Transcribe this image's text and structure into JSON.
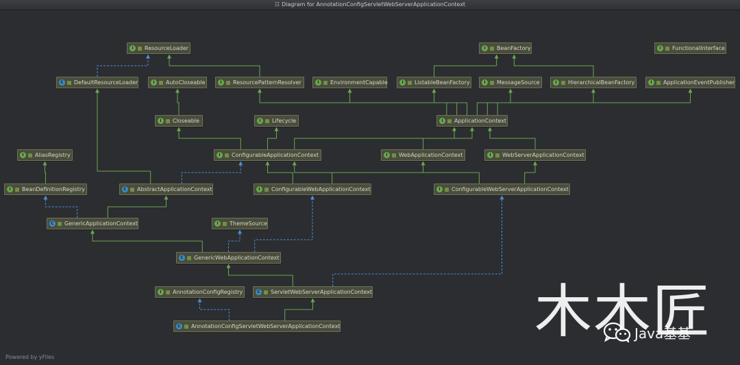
{
  "window": {
    "title": "Diagram for AnnotationConfigServletWebServerApplicationContext"
  },
  "footer": {
    "text": "Powered by yFiles"
  },
  "watermark": {
    "big_text": "木木匠",
    "small_text": "Java基基"
  },
  "colors": {
    "background": "#2b2d30",
    "node_fill": "#4a4d3c",
    "node_border": "#6f7259",
    "interface_badge": "#6aa84f",
    "class_badge": "#3d8fc6",
    "extends_edge": "#6aa84f",
    "implements_edge": "#4d8fd6"
  },
  "nodes": [
    {
      "id": "ResourceLoader",
      "label": "ResourceLoader",
      "kind": "interface"
    },
    {
      "id": "BeanFactory",
      "label": "BeanFactory",
      "kind": "interface"
    },
    {
      "id": "FunctionalInterface",
      "label": "FunctionalInterface",
      "kind": "interface"
    },
    {
      "id": "DefaultResourceLoader",
      "label": "DefaultResourceLoader",
      "kind": "class"
    },
    {
      "id": "AutoCloseable",
      "label": "AutoCloseable",
      "kind": "interface"
    },
    {
      "id": "ResourcePatternResolver",
      "label": "ResourcePatternResolver",
      "kind": "interface"
    },
    {
      "id": "EnvironmentCapable",
      "label": "EnvironmentCapable",
      "kind": "interface"
    },
    {
      "id": "ListableBeanFactory",
      "label": "ListableBeanFactory",
      "kind": "interface"
    },
    {
      "id": "MessageSource",
      "label": "MessageSource",
      "kind": "interface"
    },
    {
      "id": "HierarchicalBeanFactory",
      "label": "HierarchicalBeanFactory",
      "kind": "interface"
    },
    {
      "id": "ApplicationEventPublisher",
      "label": "ApplicationEventPublisher",
      "kind": "interface"
    },
    {
      "id": "Closeable",
      "label": "Closeable",
      "kind": "interface"
    },
    {
      "id": "Lifecycle",
      "label": "Lifecycle",
      "kind": "interface"
    },
    {
      "id": "ApplicationContext",
      "label": "ApplicationContext",
      "kind": "interface"
    },
    {
      "id": "AliasRegistry",
      "label": "AliasRegistry",
      "kind": "interface"
    },
    {
      "id": "ConfigurableApplicationContext",
      "label": "ConfigurableApplicationContext",
      "kind": "interface"
    },
    {
      "id": "WebApplicationContext",
      "label": "WebApplicationContext",
      "kind": "interface"
    },
    {
      "id": "WebServerApplicationContext",
      "label": "WebServerApplicationContext",
      "kind": "interface"
    },
    {
      "id": "BeanDefinitionRegistry",
      "label": "BeanDefinitionRegistry",
      "kind": "interface"
    },
    {
      "id": "AbstractApplicationContext",
      "label": "AbstractApplicationContext",
      "kind": "class"
    },
    {
      "id": "ConfigurableWebApplicationContext",
      "label": "ConfigurableWebApplicationContext",
      "kind": "interface"
    },
    {
      "id": "ConfigurableWebServerApplicationContext",
      "label": "ConfigurableWebServerApplicationContext",
      "kind": "interface"
    },
    {
      "id": "GenericApplicationContext",
      "label": "GenericApplicationContext",
      "kind": "class"
    },
    {
      "id": "ThemeSource",
      "label": "ThemeSource",
      "kind": "interface"
    },
    {
      "id": "GenericWebApplicationContext",
      "label": "GenericWebApplicationContext",
      "kind": "class"
    },
    {
      "id": "AnnotationConfigRegistry",
      "label": "AnnotationConfigRegistry",
      "kind": "interface"
    },
    {
      "id": "ServletWebServerApplicationContext",
      "label": "ServletWebServerApplicationContext",
      "kind": "class"
    },
    {
      "id": "AnnotationConfigServletWebServerApplicationContext",
      "label": "AnnotationConfigServletWebServerApplicationContext",
      "kind": "class"
    }
  ],
  "edges": [
    {
      "from": "DefaultResourceLoader",
      "to": "ResourceLoader",
      "type": "implements"
    },
    {
      "from": "ResourcePatternResolver",
      "to": "ResourceLoader",
      "type": "extends"
    },
    {
      "from": "ListableBeanFactory",
      "to": "BeanFactory",
      "type": "extends"
    },
    {
      "from": "HierarchicalBeanFactory",
      "to": "BeanFactory",
      "type": "extends"
    },
    {
      "from": "Closeable",
      "to": "AutoCloseable",
      "type": "extends"
    },
    {
      "from": "ApplicationContext",
      "to": "ResourcePatternResolver",
      "type": "extends"
    },
    {
      "from": "ApplicationContext",
      "to": "EnvironmentCapable",
      "type": "extends"
    },
    {
      "from": "ApplicationContext",
      "to": "ListableBeanFactory",
      "type": "extends"
    },
    {
      "from": "ApplicationContext",
      "to": "MessageSource",
      "type": "extends"
    },
    {
      "from": "ApplicationContext",
      "to": "HierarchicalBeanFactory",
      "type": "extends"
    },
    {
      "from": "ApplicationContext",
      "to": "ApplicationEventPublisher",
      "type": "extends"
    },
    {
      "from": "ConfigurableApplicationContext",
      "to": "Closeable",
      "type": "extends"
    },
    {
      "from": "ConfigurableApplicationContext",
      "to": "Lifecycle",
      "type": "extends"
    },
    {
      "from": "ConfigurableApplicationContext",
      "to": "ApplicationContext",
      "type": "extends"
    },
    {
      "from": "WebApplicationContext",
      "to": "ApplicationContext",
      "type": "extends"
    },
    {
      "from": "WebServerApplicationContext",
      "to": "ApplicationContext",
      "type": "extends"
    },
    {
      "from": "BeanDefinitionRegistry",
      "to": "AliasRegistry",
      "type": "extends"
    },
    {
      "from": "AbstractApplicationContext",
      "to": "DefaultResourceLoader",
      "type": "extends"
    },
    {
      "from": "AbstractApplicationContext",
      "to": "ConfigurableApplicationContext",
      "type": "implements"
    },
    {
      "from": "ConfigurableWebApplicationContext",
      "to": "ConfigurableApplicationContext",
      "type": "extends"
    },
    {
      "from": "ConfigurableWebApplicationContext",
      "to": "WebApplicationContext",
      "type": "extends"
    },
    {
      "from": "ConfigurableWebServerApplicationContext",
      "to": "ConfigurableApplicationContext",
      "type": "extends"
    },
    {
      "from": "ConfigurableWebServerApplicationContext",
      "to": "WebServerApplicationContext",
      "type": "extends"
    },
    {
      "from": "GenericApplicationContext",
      "to": "BeanDefinitionRegistry",
      "type": "implements"
    },
    {
      "from": "GenericApplicationContext",
      "to": "AbstractApplicationContext",
      "type": "extends"
    },
    {
      "from": "GenericWebApplicationContext",
      "to": "GenericApplicationContext",
      "type": "extends"
    },
    {
      "from": "GenericWebApplicationContext",
      "to": "ThemeSource",
      "type": "implements"
    },
    {
      "from": "GenericWebApplicationContext",
      "to": "ConfigurableWebApplicationContext",
      "type": "implements"
    },
    {
      "from": "ServletWebServerApplicationContext",
      "to": "GenericWebApplicationContext",
      "type": "extends"
    },
    {
      "from": "ServletWebServerApplicationContext",
      "to": "ConfigurableWebServerApplicationContext",
      "type": "implements"
    },
    {
      "from": "AnnotationConfigServletWebServerApplicationContext",
      "to": "AnnotationConfigRegistry",
      "type": "implements"
    },
    {
      "from": "AnnotationConfigServletWebServerApplicationContext",
      "to": "ServletWebServerApplicationContext",
      "type": "extends"
    }
  ]
}
